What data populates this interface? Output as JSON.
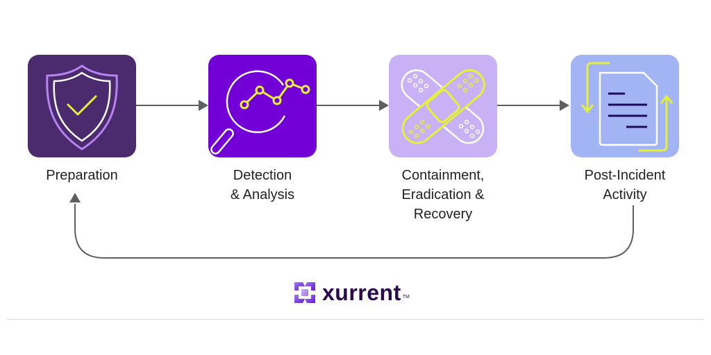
{
  "steps": [
    {
      "label_lines": [
        "Preparation"
      ],
      "icon": "shield-check-icon",
      "bg": "#4b2a6e"
    },
    {
      "label_lines": [
        "Detection",
        "& Analysis"
      ],
      "icon": "magnifier-chart-icon",
      "bg": "#7200d6"
    },
    {
      "label_lines": [
        "Containment,",
        "Eradication &",
        "Recovery"
      ],
      "icon": "bandage-icon",
      "bg": "#c9b1f5"
    },
    {
      "label_lines": [
        "Post-Incident",
        "Activity"
      ],
      "icon": "document-cycle-icon",
      "bg": "#a3b4f5"
    }
  ],
  "colors": {
    "arrow": "#5f5f5f",
    "accent_yellow": "#e5f03a",
    "accent_light_purple": "#b584f0"
  },
  "logo": {
    "text": "xurrent",
    "trademark": "TM"
  }
}
